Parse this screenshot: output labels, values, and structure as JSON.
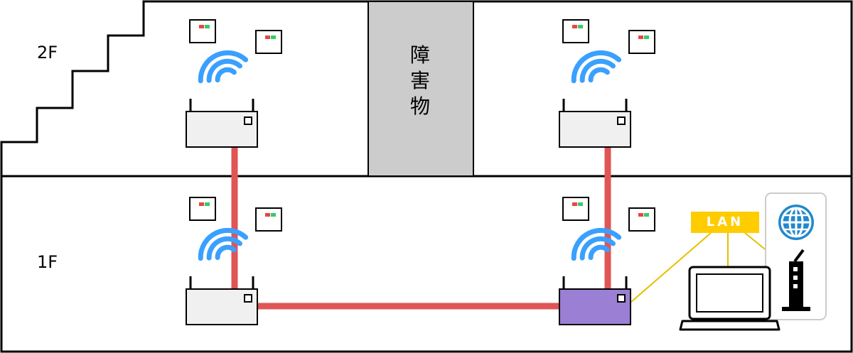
{
  "floors": {
    "upper": "2F",
    "lower": "1F"
  },
  "obstacle": {
    "chars": [
      "障",
      "害",
      "物"
    ]
  },
  "lan": {
    "label": "LAN"
  },
  "colors": {
    "wired_link": "#e05555",
    "wifi_waves": "#3aa0ff",
    "obstacle_fill": "#cccccc",
    "main_router": "#9b7fd4",
    "repeater": "#f0f0f0",
    "lan_badge": "#ffcc00",
    "lan_lines": "#e6c000",
    "globe": "#2288cc",
    "led_red": "#e84444",
    "led_green": "#33cc66"
  },
  "icons": {
    "repeaters": [
      "router-icon",
      "router-icon",
      "router-icon"
    ],
    "main_router": "router-icon",
    "wifi": "wifi-icon",
    "devices": "device-icon",
    "laptop": "laptop-icon",
    "modem": "modem-icon",
    "globe": "globe-icon"
  }
}
